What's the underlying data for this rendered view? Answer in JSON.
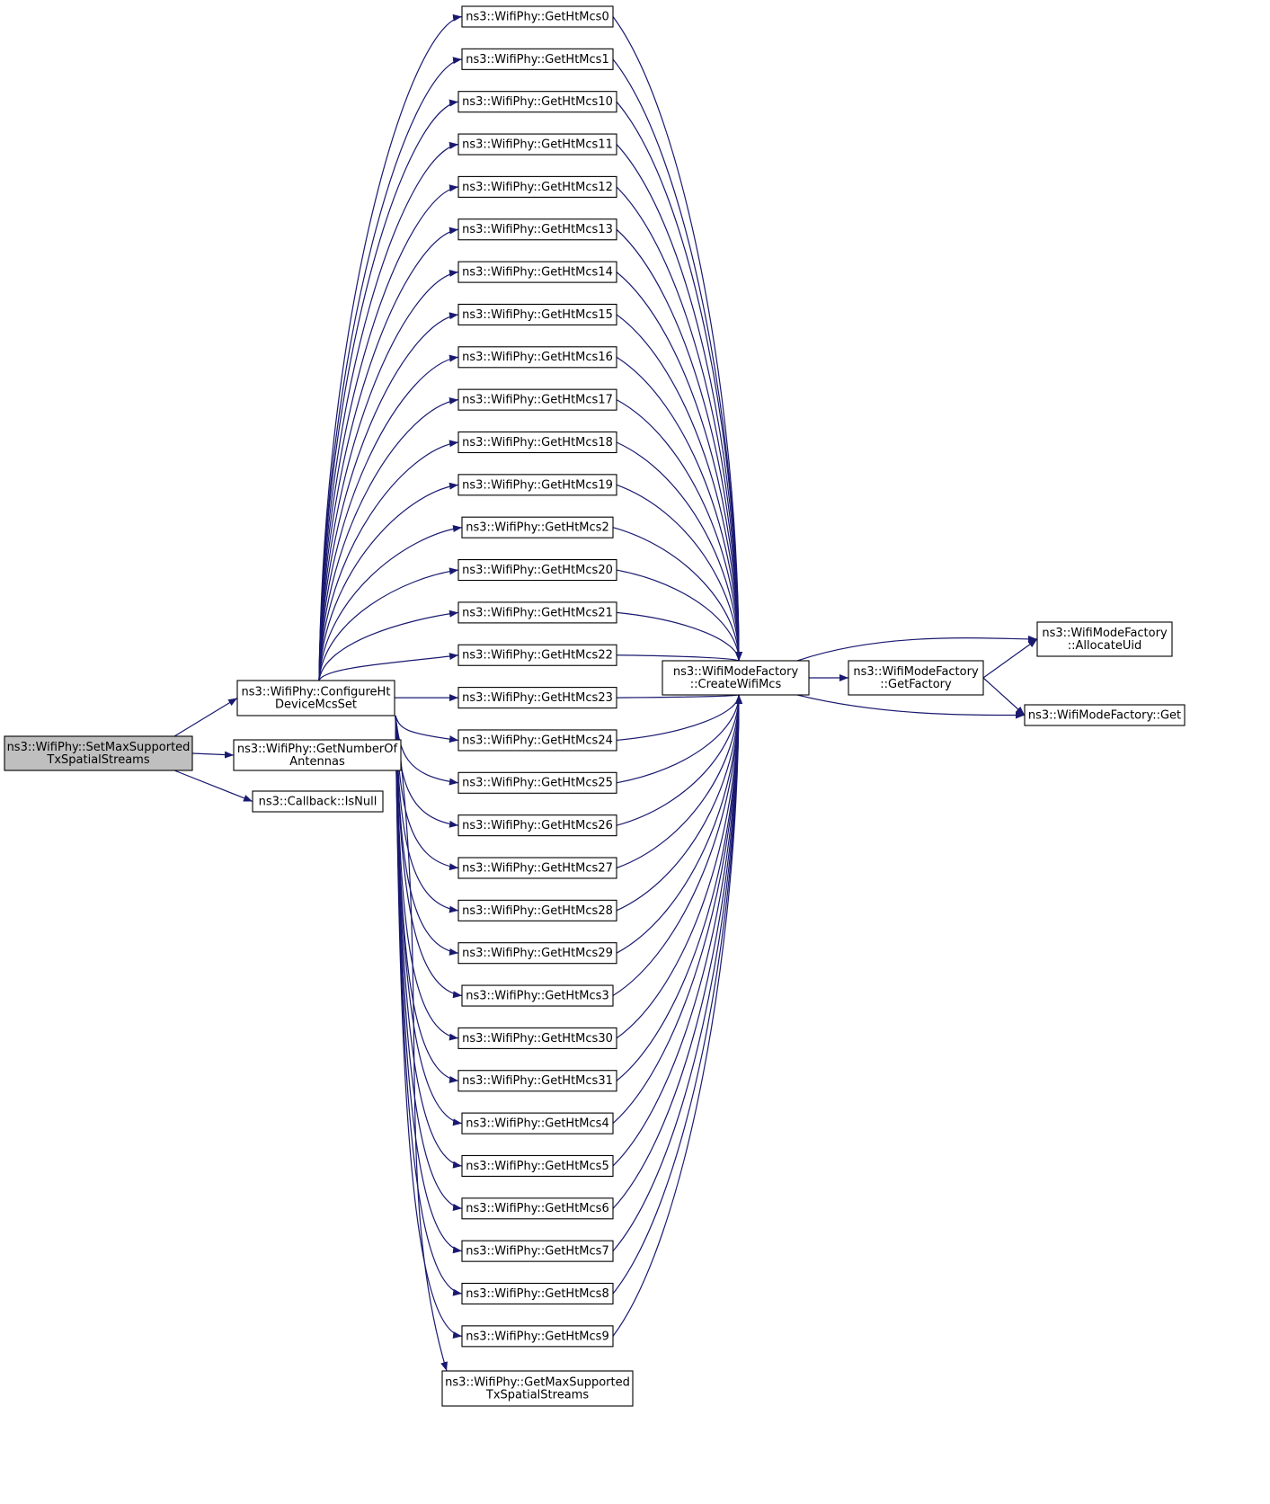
{
  "colors": {
    "edge": "#191970",
    "root_fill": "#bfbfbf",
    "node_fill": "#ffffff",
    "border": "#000000"
  },
  "nodes": [
    {
      "id": "root",
      "lines": [
        "ns3::WifiPhy::SetMaxSupported",
        "TxSpatialStreams"
      ],
      "highlighted": true
    },
    {
      "id": "configure",
      "lines": [
        "ns3::WifiPhy::ConfigureHt",
        "DeviceMcsSet"
      ]
    },
    {
      "id": "numant",
      "lines": [
        "ns3::WifiPhy::GetNumberOf",
        "Antennas"
      ]
    },
    {
      "id": "isnull",
      "lines": [
        "ns3::Callback::IsNull"
      ]
    },
    {
      "id": "mcs0",
      "lines": [
        "ns3::WifiPhy::GetHtMcs0"
      ]
    },
    {
      "id": "mcs1",
      "lines": [
        "ns3::WifiPhy::GetHtMcs1"
      ]
    },
    {
      "id": "mcs10",
      "lines": [
        "ns3::WifiPhy::GetHtMcs10"
      ]
    },
    {
      "id": "mcs11",
      "lines": [
        "ns3::WifiPhy::GetHtMcs11"
      ]
    },
    {
      "id": "mcs12",
      "lines": [
        "ns3::WifiPhy::GetHtMcs12"
      ]
    },
    {
      "id": "mcs13",
      "lines": [
        "ns3::WifiPhy::GetHtMcs13"
      ]
    },
    {
      "id": "mcs14",
      "lines": [
        "ns3::WifiPhy::GetHtMcs14"
      ]
    },
    {
      "id": "mcs15",
      "lines": [
        "ns3::WifiPhy::GetHtMcs15"
      ]
    },
    {
      "id": "mcs16",
      "lines": [
        "ns3::WifiPhy::GetHtMcs16"
      ]
    },
    {
      "id": "mcs17",
      "lines": [
        "ns3::WifiPhy::GetHtMcs17"
      ]
    },
    {
      "id": "mcs18",
      "lines": [
        "ns3::WifiPhy::GetHtMcs18"
      ]
    },
    {
      "id": "mcs19",
      "lines": [
        "ns3::WifiPhy::GetHtMcs19"
      ]
    },
    {
      "id": "mcs2",
      "lines": [
        "ns3::WifiPhy::GetHtMcs2"
      ]
    },
    {
      "id": "mcs20",
      "lines": [
        "ns3::WifiPhy::GetHtMcs20"
      ]
    },
    {
      "id": "mcs21",
      "lines": [
        "ns3::WifiPhy::GetHtMcs21"
      ]
    },
    {
      "id": "mcs22",
      "lines": [
        "ns3::WifiPhy::GetHtMcs22"
      ]
    },
    {
      "id": "mcs23",
      "lines": [
        "ns3::WifiPhy::GetHtMcs23"
      ]
    },
    {
      "id": "mcs24",
      "lines": [
        "ns3::WifiPhy::GetHtMcs24"
      ]
    },
    {
      "id": "mcs25",
      "lines": [
        "ns3::WifiPhy::GetHtMcs25"
      ]
    },
    {
      "id": "mcs26",
      "lines": [
        "ns3::WifiPhy::GetHtMcs26"
      ]
    },
    {
      "id": "mcs27",
      "lines": [
        "ns3::WifiPhy::GetHtMcs27"
      ]
    },
    {
      "id": "mcs28",
      "lines": [
        "ns3::WifiPhy::GetHtMcs28"
      ]
    },
    {
      "id": "mcs29",
      "lines": [
        "ns3::WifiPhy::GetHtMcs29"
      ]
    },
    {
      "id": "mcs3",
      "lines": [
        "ns3::WifiPhy::GetHtMcs3"
      ]
    },
    {
      "id": "mcs30",
      "lines": [
        "ns3::WifiPhy::GetHtMcs30"
      ]
    },
    {
      "id": "mcs31",
      "lines": [
        "ns3::WifiPhy::GetHtMcs31"
      ]
    },
    {
      "id": "mcs4",
      "lines": [
        "ns3::WifiPhy::GetHtMcs4"
      ]
    },
    {
      "id": "mcs5",
      "lines": [
        "ns3::WifiPhy::GetHtMcs5"
      ]
    },
    {
      "id": "mcs6",
      "lines": [
        "ns3::WifiPhy::GetHtMcs6"
      ]
    },
    {
      "id": "mcs7",
      "lines": [
        "ns3::WifiPhy::GetHtMcs7"
      ]
    },
    {
      "id": "mcs8",
      "lines": [
        "ns3::WifiPhy::GetHtMcs8"
      ]
    },
    {
      "id": "mcs9",
      "lines": [
        "ns3::WifiPhy::GetHtMcs9"
      ]
    },
    {
      "id": "getmax",
      "lines": [
        "ns3::WifiPhy::GetMaxSupported",
        "TxSpatialStreams"
      ]
    },
    {
      "id": "createmcs",
      "lines": [
        "ns3::WifiModeFactory",
        "::CreateWifiMcs"
      ]
    },
    {
      "id": "getfactory",
      "lines": [
        "ns3::WifiModeFactory",
        "::GetFactory"
      ]
    },
    {
      "id": "allocuid",
      "lines": [
        "ns3::WifiModeFactory",
        "::AllocateUid"
      ]
    },
    {
      "id": "get",
      "lines": [
        "ns3::WifiModeFactory::Get"
      ]
    }
  ],
  "edges": [
    [
      "root",
      "configure"
    ],
    [
      "root",
      "numant"
    ],
    [
      "root",
      "isnull"
    ],
    [
      "configure",
      "mcs0"
    ],
    [
      "configure",
      "mcs1"
    ],
    [
      "configure",
      "mcs10"
    ],
    [
      "configure",
      "mcs11"
    ],
    [
      "configure",
      "mcs12"
    ],
    [
      "configure",
      "mcs13"
    ],
    [
      "configure",
      "mcs14"
    ],
    [
      "configure",
      "mcs15"
    ],
    [
      "configure",
      "mcs16"
    ],
    [
      "configure",
      "mcs17"
    ],
    [
      "configure",
      "mcs18"
    ],
    [
      "configure",
      "mcs19"
    ],
    [
      "configure",
      "mcs2"
    ],
    [
      "configure",
      "mcs20"
    ],
    [
      "configure",
      "mcs21"
    ],
    [
      "configure",
      "mcs22"
    ],
    [
      "configure",
      "mcs23"
    ],
    [
      "configure",
      "mcs24"
    ],
    [
      "configure",
      "mcs25"
    ],
    [
      "configure",
      "mcs26"
    ],
    [
      "configure",
      "mcs27"
    ],
    [
      "configure",
      "mcs28"
    ],
    [
      "configure",
      "mcs29"
    ],
    [
      "configure",
      "mcs3"
    ],
    [
      "configure",
      "mcs30"
    ],
    [
      "configure",
      "mcs31"
    ],
    [
      "configure",
      "mcs4"
    ],
    [
      "configure",
      "mcs5"
    ],
    [
      "configure",
      "mcs6"
    ],
    [
      "configure",
      "mcs7"
    ],
    [
      "configure",
      "mcs8"
    ],
    [
      "configure",
      "mcs9"
    ],
    [
      "configure",
      "getmax"
    ],
    [
      "mcs0",
      "createmcs"
    ],
    [
      "mcs1",
      "createmcs"
    ],
    [
      "mcs10",
      "createmcs"
    ],
    [
      "mcs11",
      "createmcs"
    ],
    [
      "mcs12",
      "createmcs"
    ],
    [
      "mcs13",
      "createmcs"
    ],
    [
      "mcs14",
      "createmcs"
    ],
    [
      "mcs15",
      "createmcs"
    ],
    [
      "mcs16",
      "createmcs"
    ],
    [
      "mcs17",
      "createmcs"
    ],
    [
      "mcs18",
      "createmcs"
    ],
    [
      "mcs19",
      "createmcs"
    ],
    [
      "mcs2",
      "createmcs"
    ],
    [
      "mcs20",
      "createmcs"
    ],
    [
      "mcs21",
      "createmcs"
    ],
    [
      "mcs22",
      "createmcs"
    ],
    [
      "mcs23",
      "createmcs"
    ],
    [
      "mcs24",
      "createmcs"
    ],
    [
      "mcs25",
      "createmcs"
    ],
    [
      "mcs26",
      "createmcs"
    ],
    [
      "mcs27",
      "createmcs"
    ],
    [
      "mcs28",
      "createmcs"
    ],
    [
      "mcs29",
      "createmcs"
    ],
    [
      "mcs3",
      "createmcs"
    ],
    [
      "mcs30",
      "createmcs"
    ],
    [
      "mcs31",
      "createmcs"
    ],
    [
      "mcs4",
      "createmcs"
    ],
    [
      "mcs5",
      "createmcs"
    ],
    [
      "mcs6",
      "createmcs"
    ],
    [
      "mcs7",
      "createmcs"
    ],
    [
      "mcs8",
      "createmcs"
    ],
    [
      "mcs9",
      "createmcs"
    ],
    [
      "createmcs",
      "getfactory"
    ],
    [
      "createmcs",
      "allocuid"
    ],
    [
      "createmcs",
      "get"
    ],
    [
      "getfactory",
      "allocuid"
    ],
    [
      "getfactory",
      "get"
    ]
  ]
}
